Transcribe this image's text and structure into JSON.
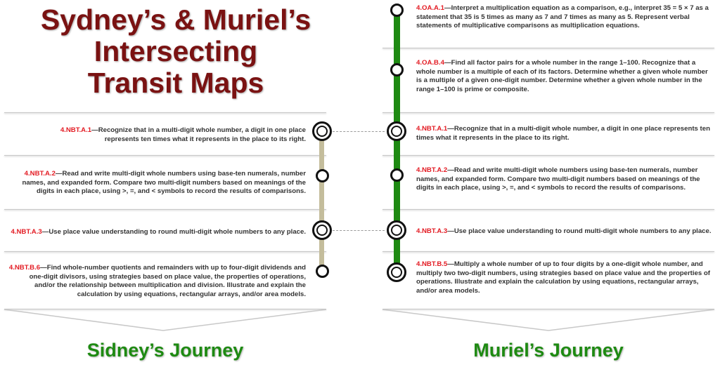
{
  "title_lines": [
    "Sydney’s & Muriel’s",
    "Intersecting",
    "Transit Maps"
  ],
  "left": {
    "journey_label": "Sidney’s Journey",
    "line_color": "#c4bd9c",
    "entries": [
      {
        "code": "4.NBT.A.1",
        "text": "—Recognize that in a multi-digit whole number, a digit in one place represents ten times what it represents in the place to its right."
      },
      {
        "code": "4.NBT.A.2",
        "text": "—Read and write multi-digit whole numbers using base-ten numerals, number names, and expanded form. Compare two multi-digit numbers based on meanings of the digits in each place, using >, =, and < symbols to record the results of comparisons."
      },
      {
        "code": "4.NBT.A.3",
        "text": "—Use place value understanding to round multi-digit whole numbers to any place."
      },
      {
        "code": "4.NBT.B.6",
        "text": "—Find whole-number quotients and remainders with up to four-digit dividends and one-digit divisors, using strategies based on place value, the properties of operations, and/or the relationship between multiplication and division. Illustrate and explain the calculation by using equations, rectangular arrays, and/or area models."
      }
    ]
  },
  "right": {
    "journey_label": "Muriel’s Journey",
    "line_color": "#1e8a12",
    "entries": [
      {
        "code": "4.OA.A.1",
        "text": "—Interpret a multiplication equation as a comparison, e.g., interpret 35 = 5 × 7 as a statement that 35 is 5 times as many as 7 and 7 times as many as 5. Represent verbal statements of multiplicative comparisons as multiplication equations."
      },
      {
        "code": "4.OA.B.4",
        "text": "—Find all factor pairs for a whole number in the range 1–100. Recognize that a whole number is a multiple of each of its factors. Determine whether a given whole number is a multiple of a given one-digit number. Determine whether a given whole number in the range 1–100 is prime or composite."
      },
      {
        "code": "4.NBT.A.1",
        "text": "—Recognize that in a multi-digit whole number, a digit in one place represents ten times what it represents in the place to its right."
      },
      {
        "code": "4.NBT.A.2",
        "text": "—Read and write multi-digit whole numbers using base-ten numerals, number names, and expanded form. Compare two multi-digit numbers based on meanings of the digits in each place, using >, =, and < symbols to record the results of comparisons."
      },
      {
        "code": "4.NBT.A.3",
        "text": "—Use place value understanding to round multi-digit whole numbers to any place."
      },
      {
        "code": "4.NBT.B.5",
        "text": "—Multiply a whole number of up to four digits by a one-digit whole number, and multiply two two-digit numbers, using strategies based on place value and the properties of operations. Illustrate and explain the calculation by using equations, rectangular arrays, and/or area models."
      }
    ]
  }
}
